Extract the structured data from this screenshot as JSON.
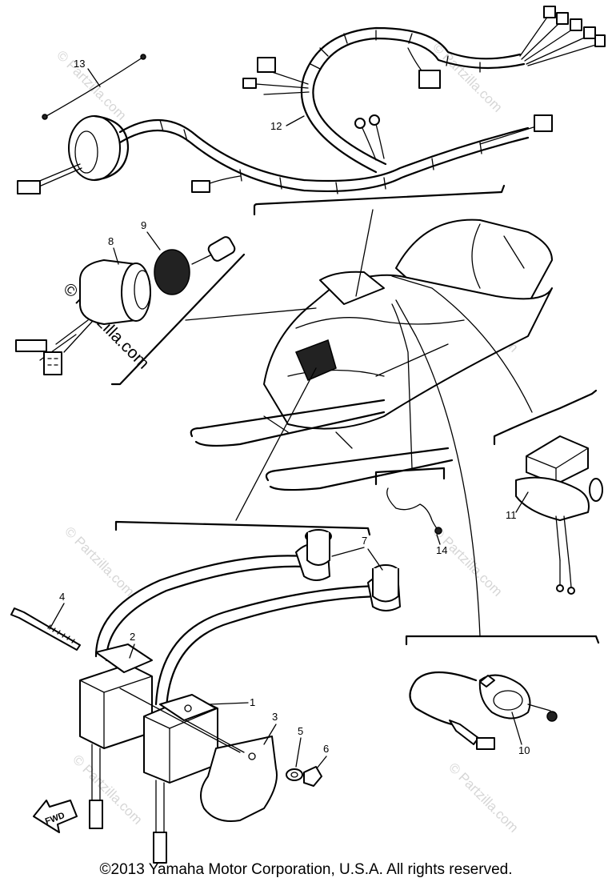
{
  "parts": [
    {
      "id": "1",
      "label": "1"
    },
    {
      "id": "2",
      "label": "2"
    },
    {
      "id": "3",
      "label": "3"
    },
    {
      "id": "4",
      "label": "4"
    },
    {
      "id": "5",
      "label": "5"
    },
    {
      "id": "6",
      "label": "6"
    },
    {
      "id": "7",
      "label": "7"
    },
    {
      "id": "8",
      "label": "8"
    },
    {
      "id": "9",
      "label": "9"
    },
    {
      "id": "10",
      "label": "10"
    },
    {
      "id": "11",
      "label": "11"
    },
    {
      "id": "12",
      "label": "12"
    },
    {
      "id": "13",
      "label": "13"
    },
    {
      "id": "14",
      "label": "14"
    }
  ],
  "fwd_marker": "FWD",
  "watermark_text": "© Partzilla.com",
  "copyright": "©2013  Yamaha Motor Corporation, U.S.A. All rights reserved."
}
